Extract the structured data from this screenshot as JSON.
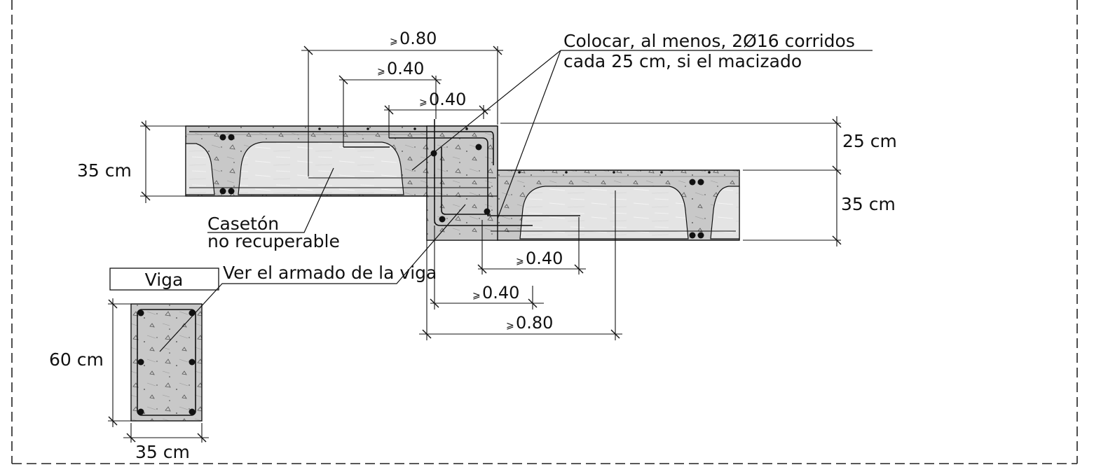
{
  "note": {
    "line1": "Colocar, al menos, 2Ø16 corridos",
    "line2": "cada 25 cm, si el macizado"
  },
  "caseton": {
    "line1": "Casetón",
    "line2": "no recuperable"
  },
  "viga": {
    "title": "Viga",
    "ref": "Ver el armado de la viga",
    "height": "60 cm",
    "width": "35 cm"
  },
  "slab_dims": {
    "left_depth": "35 cm",
    "top_offset": "25 cm",
    "right_depth": "35 cm"
  },
  "laps": {
    "top_outer": "0.80",
    "top_mid": "0.40",
    "top_inner": "0.40",
    "bottom_inner": "0.40",
    "bottom_mid": "0.40",
    "bottom_outer": "0.80",
    "geq_symbol": "⩾"
  }
}
